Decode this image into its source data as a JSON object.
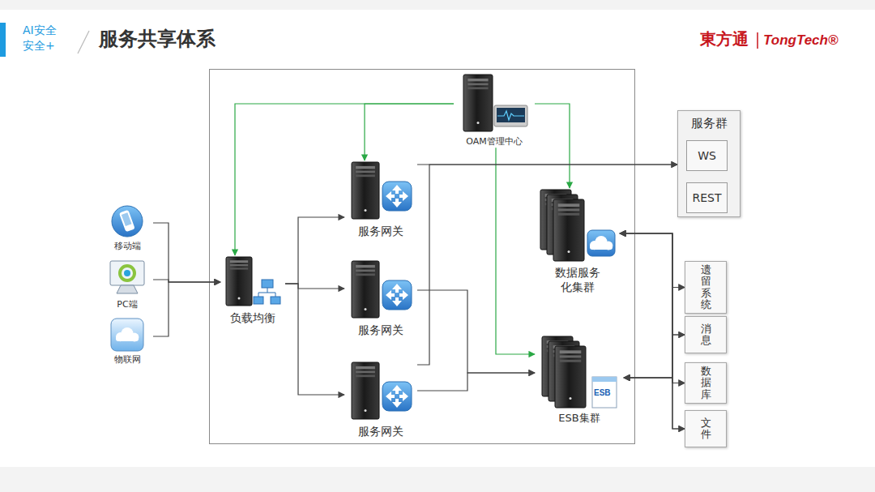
{
  "diagram": {
    "title": "服务共享体系",
    "nodes": [
      {
        "text": [
          "移动端"
        ]
      },
      {
        "text": [
          "PC端"
        ]
      },
      {
        "text": [
          "物联网"
        ]
      },
      {
        "text": [
          "负载均衡"
        ]
      },
      {
        "text": [
          "OAM管理中心"
        ]
      },
      {
        "text": [
          "服务网关"
        ]
      },
      {
        "text": [
          "服务网关"
        ]
      },
      {
        "text": [
          "服务网关"
        ]
      },
      {
        "text": [
          "数据服务化集群"
        ]
      },
      {
        "text": [
          "ESB集群"
        ]
      },
      {
        "text": [
          "服务群"
        ]
      },
      {
        "text": [
          "WS"
        ],
        "in": 10
      },
      {
        "text": [
          "REST"
        ],
        "in": 10
      },
      {
        "text": [
          "遗留系统"
        ]
      },
      {
        "text": [
          "消息"
        ]
      },
      {
        "text": [
          "数据库"
        ]
      },
      {
        "text": [
          "文件"
        ]
      }
    ],
    "edges": [
      {
        "from": 0,
        "to": 3,
        "arrow": "to"
      },
      {
        "from": 1,
        "to": 3,
        "arrow": "to"
      },
      {
        "from": 2,
        "to": 3,
        "arrow": "to"
      },
      {
        "from": 3,
        "to": 5,
        "arrow": "to"
      },
      {
        "from": 3,
        "to": 6,
        "arrow": "to"
      },
      {
        "from": 3,
        "to": 7,
        "arrow": "to"
      },
      {
        "from": 4,
        "to": 3,
        "arrow": "to"
      },
      {
        "from": 4,
        "to": 5,
        "arrow": "to"
      },
      {
        "from": 4,
        "to": 8,
        "arrow": "to"
      },
      {
        "from": 4,
        "to": 9,
        "arrow": "to"
      },
      {
        "from": 5,
        "to": 10,
        "arrow": "to"
      },
      {
        "from": 7,
        "to": 10,
        "arrow": "to"
      },
      {
        "from": 6,
        "to": 9,
        "arrow": "to"
      },
      {
        "from": 7,
        "to": 9,
        "arrow": "to"
      },
      {
        "from": 13,
        "to": 8,
        "arrow": "both"
      },
      {
        "from": 14,
        "to": 8,
        "arrow": "both"
      },
      {
        "from": 15,
        "to": 8,
        "arrow": "both"
      },
      {
        "from": 16,
        "to": 8,
        "arrow": "both"
      },
      {
        "from": 13,
        "to": 9,
        "arrow": "both"
      },
      {
        "from": 14,
        "to": 9,
        "arrow": "both"
      },
      {
        "from": 15,
        "to": 9,
        "arrow": "both"
      },
      {
        "from": 16,
        "to": 9,
        "arrow": "both"
      }
    ],
    "labels": [
      "AI安全",
      "安全+",
      "東方通",
      "TongTech®",
      "ESB"
    ]
  }
}
